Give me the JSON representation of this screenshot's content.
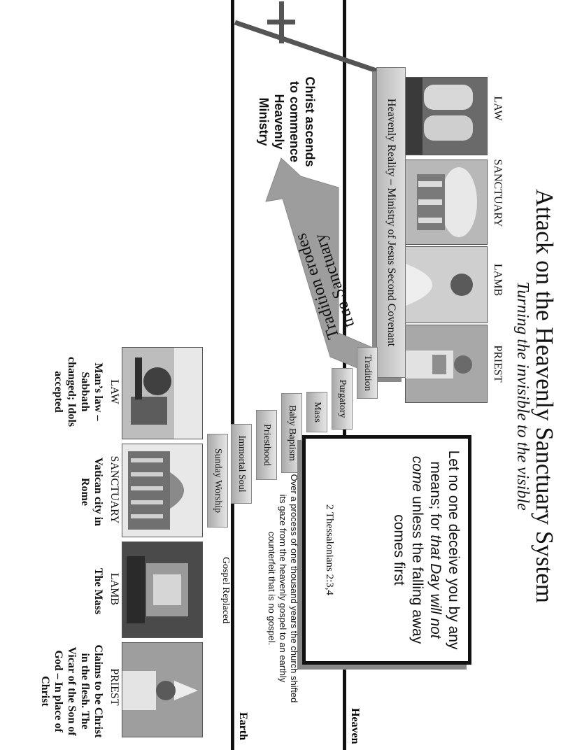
{
  "title": "Attack on the Heavenly Sanctuary System",
  "subtitle": "Turning the invisible to the visible",
  "heaven_label": "Heaven",
  "earth_label": "Earth",
  "top_categories": [
    "LAW",
    "SANCTUARY",
    "LAMB",
    "PRIEST"
  ],
  "heavenly_reality": "Heavenly Reality – Ministry of Jesus Second Covenant",
  "ascend_text": "Christ ascends to commence Heavenly Ministry",
  "arrow_text_line1": "Tradition erodes",
  "arrow_text_line2": "true Sanctuary",
  "tags": [
    "Tradition",
    "Purgatory",
    "Mass",
    "Baby Baptism",
    "Priesthood",
    "Immortal Soul",
    "Sunday Worship"
  ],
  "quote": {
    "part1": "Let no one deceive you by any means; for ",
    "italic": "that Day will not come",
    "part2": " unless the falling away comes first",
    "reference": "2 Thessalonians 2:3,4"
  },
  "process_text": "Over a process of one thousand years the church shifted its gaze from the heavenly gospel to an earthly counterfeit that is no gospel.",
  "gospel_replaced": "Gospel Replaced",
  "bottom_categories": [
    "LAW",
    "SANCTUARY",
    "LAMB",
    "PRIEST"
  ],
  "bottom_descriptions": [
    "Man’s law – Sabbath changed; Idols accepted",
    "Vatican city in Rome",
    "The Mass",
    "Claims to be Christ in the flesh. The Vicar of the Son of God – In place of Christ"
  ],
  "photo_icons": [
    "law-tablets-photo-icon",
    "sanctuary-photo-icon",
    "lamb-jesus-photo-icon",
    "priest-photo-icon",
    "idol-sculptor-photo-icon",
    "vatican-photo-icon",
    "mass-altar-photo-icon",
    "pope-photo-icon"
  ]
}
